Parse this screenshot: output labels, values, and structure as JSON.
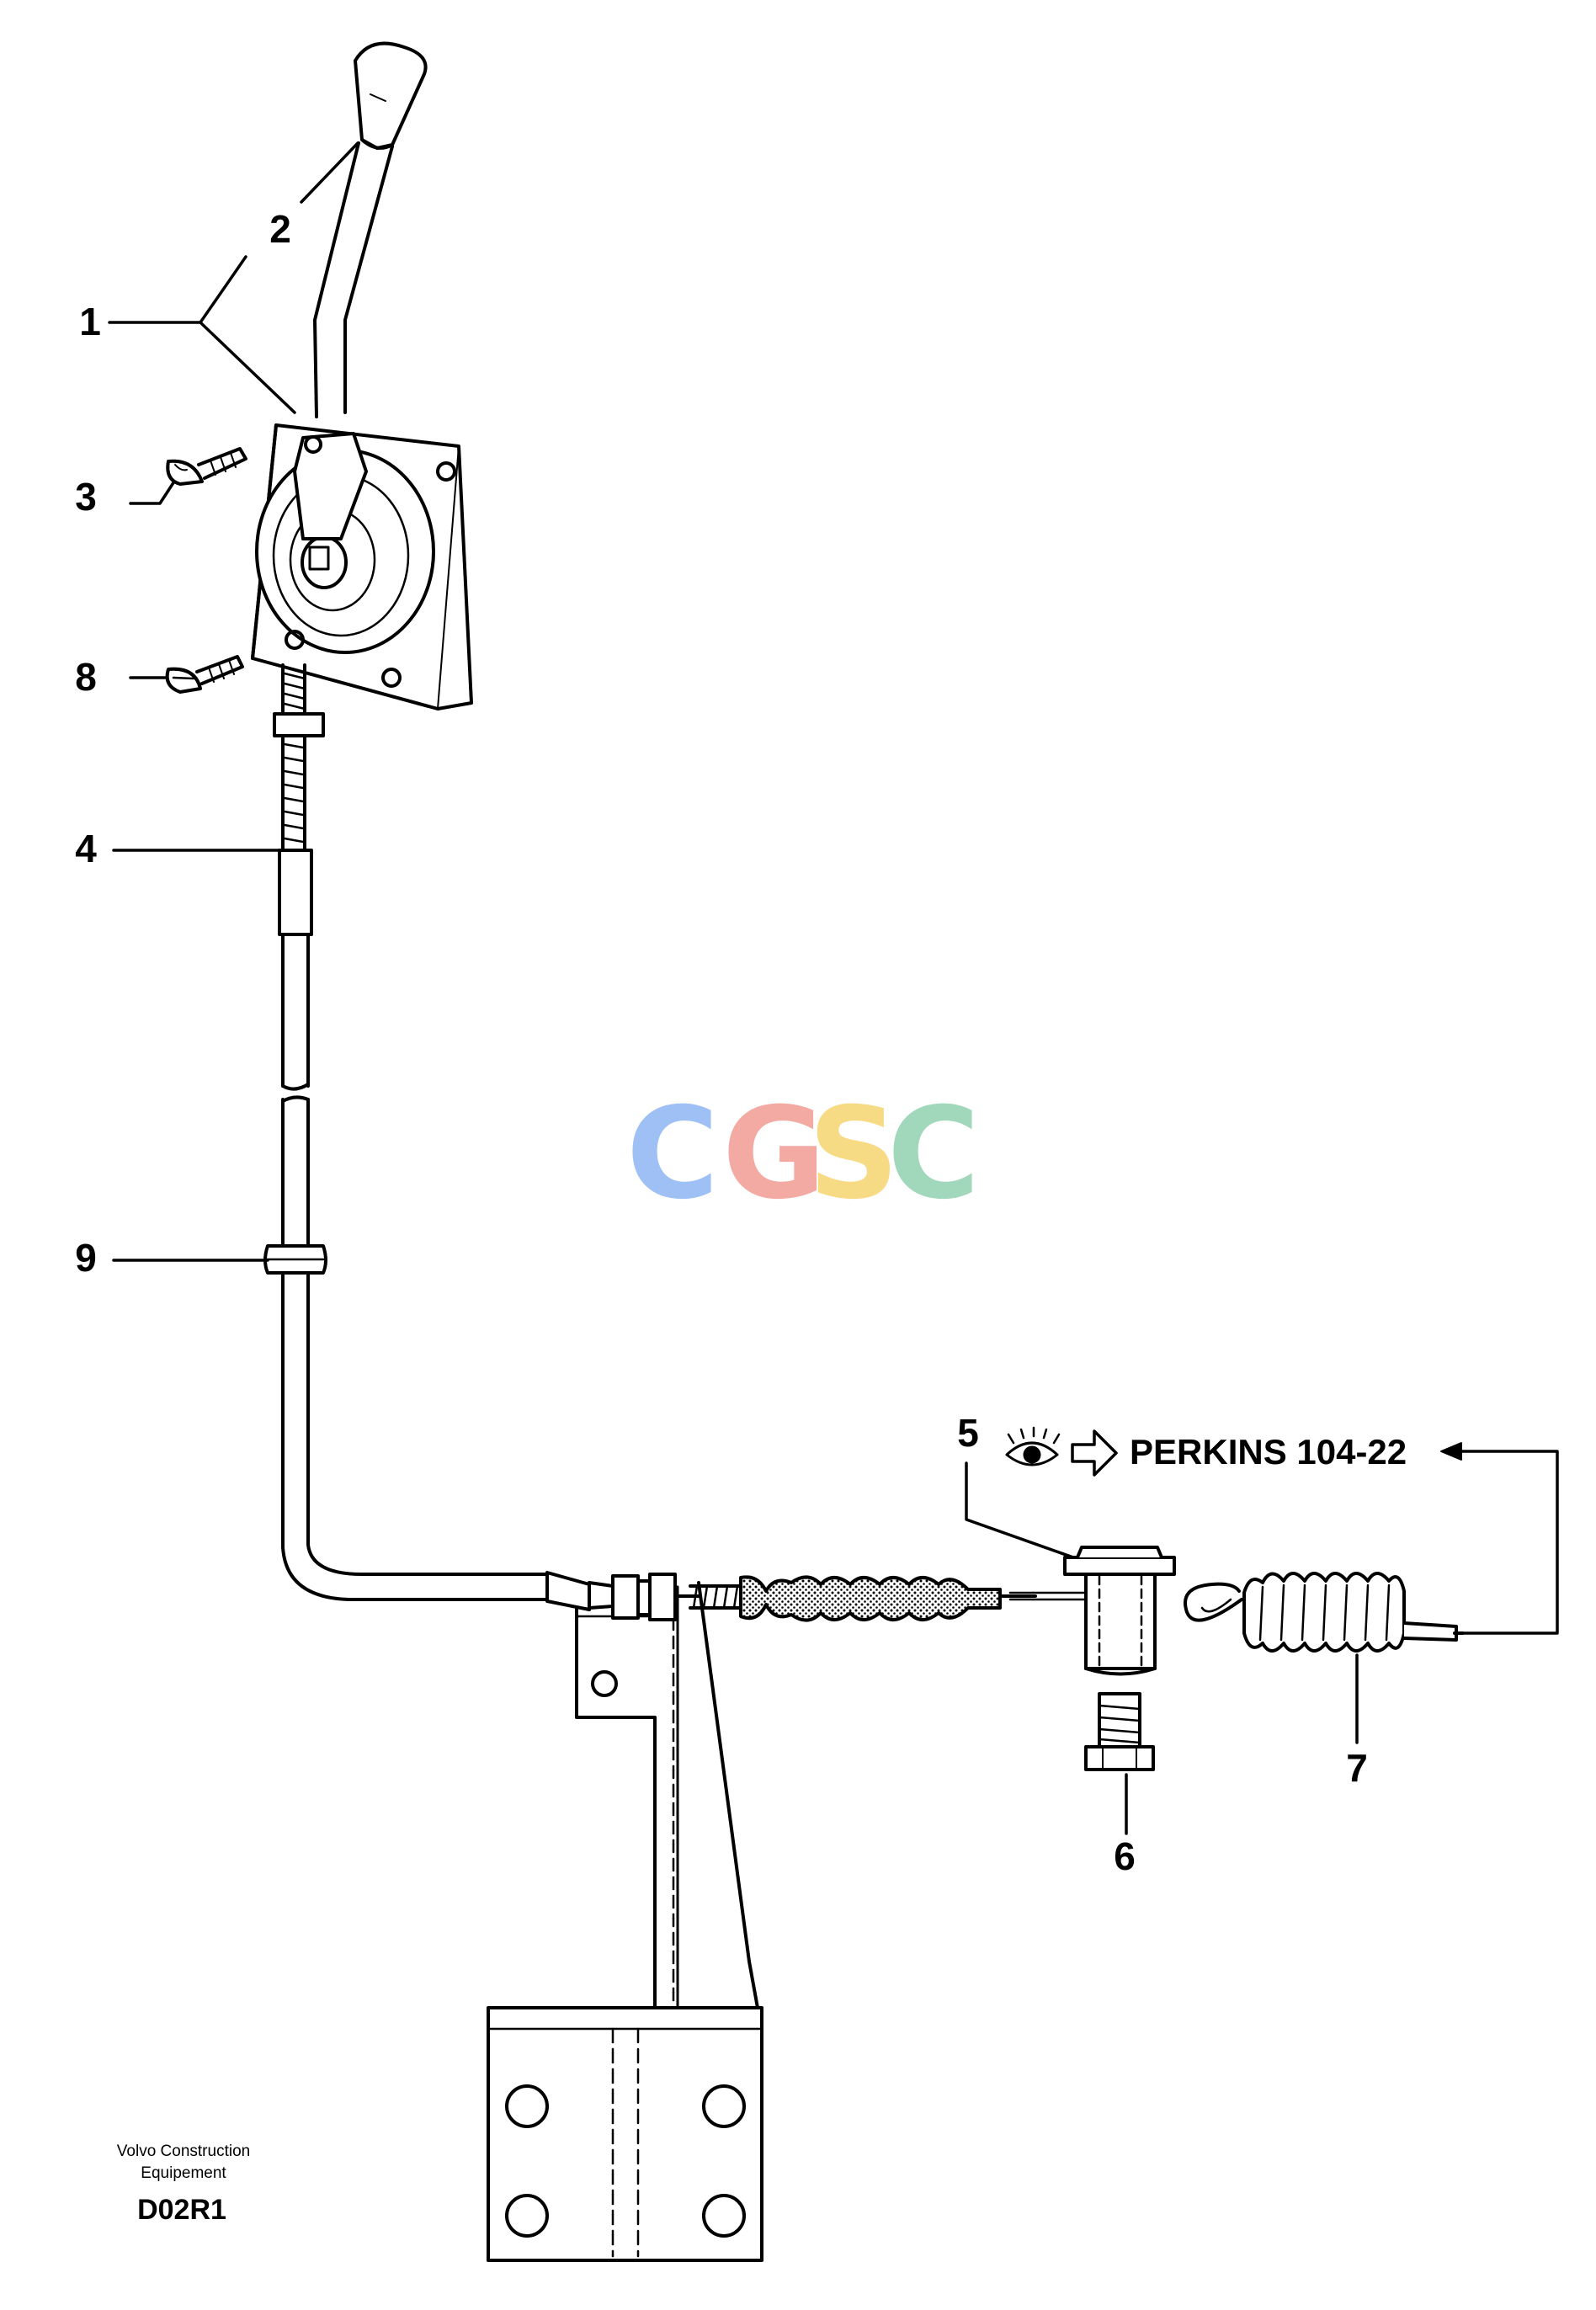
{
  "callouts": {
    "c1": "1",
    "c2": "2",
    "c3": "3",
    "c4": "4",
    "c5": "5",
    "c6": "6",
    "c7": "7",
    "c8": "8",
    "c9": "9"
  },
  "reference": {
    "eye_icon": "eye-icon",
    "arrow_icon": "hollow-arrow-right-icon",
    "text": "PERKINS 104-22"
  },
  "watermark": {
    "letters": [
      "C",
      "G",
      "S",
      "C"
    ],
    "colors": [
      "#7aa8f0",
      "#ef8a80",
      "#f5cc55",
      "#7ec8a0"
    ]
  },
  "footer": {
    "brand_line1": "Volvo Construction",
    "brand_line2": "Equipement",
    "drawing_code": "D02R1"
  },
  "colors": {
    "line": "#000000",
    "background": "#ffffff"
  }
}
